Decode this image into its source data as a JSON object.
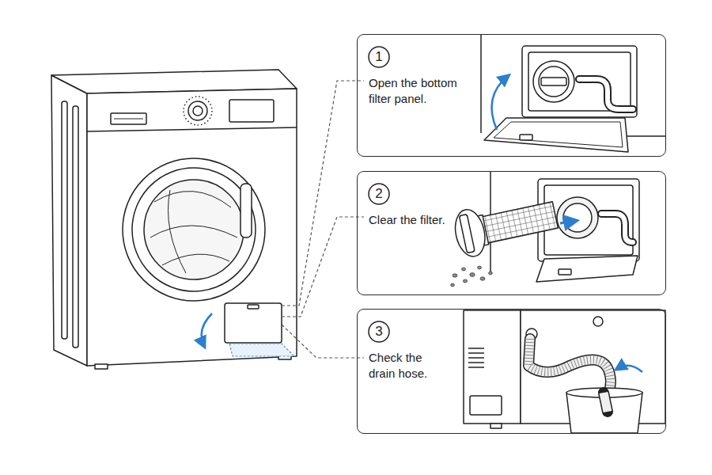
{
  "diagram": {
    "nodes": [
      {
        "text": [
          "Open the bottom filter panel."
        ]
      },
      {
        "text": [
          "1"
        ],
        "in": 0
      },
      {
        "text": [
          "Clear the filter."
        ]
      },
      {
        "text": [
          "2"
        ],
        "in": 2
      },
      {
        "text": [
          "Check the drain hose."
        ]
      },
      {
        "text": [
          "3"
        ],
        "in": 4
      }
    ]
  }
}
